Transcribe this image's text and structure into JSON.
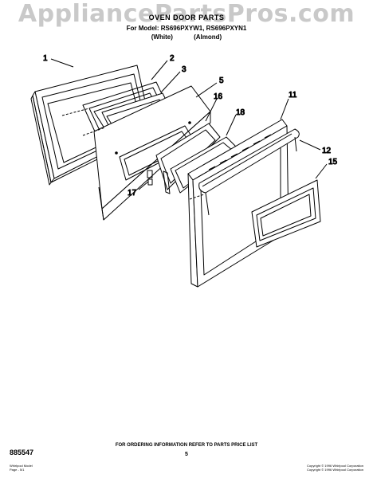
{
  "watermark": "AppliancePartsPros.com",
  "header": {
    "title": "OVEN DOOR PARTS",
    "model_line": "For Model: RS696PXYW1, RS696PXYN1",
    "color_1": "(White)",
    "color_2": "(Almond)"
  },
  "callouts": {
    "c1": "1",
    "c2": "2",
    "c3": "3",
    "c5": "5",
    "c11": "11",
    "c12": "12",
    "c15": "15",
    "c16": "16",
    "c17": "17",
    "c18": "18"
  },
  "footer": {
    "ordering": "FOR ORDERING INFORMATION REFER TO PARTS PRICE LIST",
    "page": "5",
    "part_number": "885547",
    "fine_left_1": "Whirlpool Model",
    "fine_left_2": "Page - 5/1",
    "fine_right_1": "Copyright © 1996 Whirlpool Corporation",
    "fine_right_2": "Copyright © 1996 Whirlpool Corporation"
  }
}
